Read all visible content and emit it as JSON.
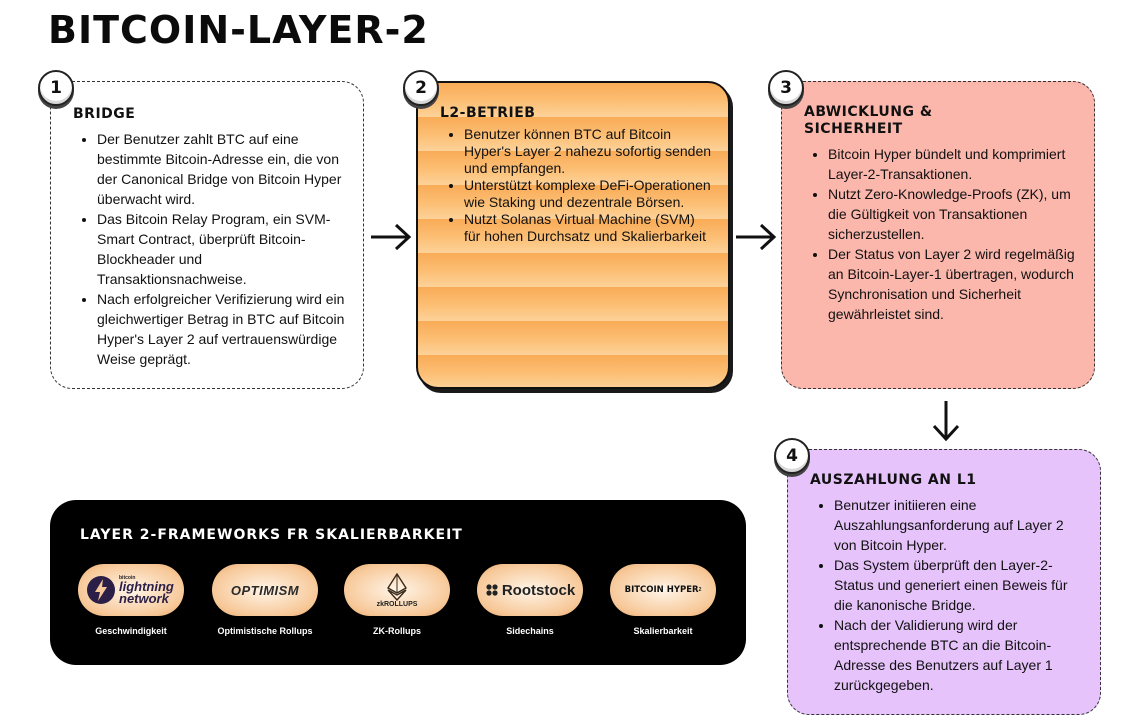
{
  "title": "BITCOIN-LAYER-2",
  "steps": [
    {
      "number": "1",
      "heading": "BRIDGE",
      "items": [
        "Der Benutzer zahlt BTC auf eine bestimmte Bitcoin-Adresse ein, die von der Canonical Bridge von Bitcoin Hyper überwacht wird.",
        "Das Bitcoin Relay Program, ein SVM-Smart Contract, überprüft Bitcoin-Blockheader und Transaktionsnachweise.",
        "Nach erfolgreicher Verifizierung wird ein gleichwertiger Betrag in BTC auf Bitcoin Hyper's Layer 2 auf vertrauenswürdige Weise geprägt."
      ]
    },
    {
      "number": "2",
      "heading": "L2-BETRIEB",
      "items": [
        "Benutzer können BTC auf Bitcoin Hyper's Layer 2 nahezu sofortig senden und empfangen.",
        "Unterstützt komplexe DeFi-Operationen wie Staking und dezentrale Börsen.",
        "Nutzt Solanas Virtual Machine (SVM) für hohen Durchsatz und Skalierbarkeit"
      ]
    },
    {
      "number": "3",
      "heading": "ABWICKLUNG & SICHERHEIT",
      "items": [
        "Bitcoin Hyper bündelt und komprimiert Layer-2-Transaktionen.",
        "Nutzt Zero-Knowledge-Proofs (ZK), um die Gültigkeit von Transaktionen sicherzustellen.",
        "Der Status von Layer 2 wird regelmäßig an Bitcoin-Layer-1 übertragen, wodurch Synchronisation und Sicherheit gewährleistet sind."
      ]
    },
    {
      "number": "4",
      "heading": "AUSZAHLUNG AN L1",
      "items": [
        "Benutzer initiieren eine Auszahlungsanforderung auf Layer 2 von Bitcoin Hyper.",
        "Das System überprüft den Layer-2-Status und generiert einen Beweis für die kanonische Bridge.",
        "Nach der Validierung wird der entsprechende BTC an die Bitcoin-Adresse des Benutzers auf Layer 1 zurückgegeben."
      ]
    }
  ],
  "colors": {
    "step1": "#ffffff",
    "step2": "#fbb96b",
    "step3": "#fcb7ad",
    "step4": "#e6c3fb",
    "frameworks_bg": "#000000"
  },
  "frameworks": {
    "heading": "LAYER 2-FRAMEWORKS FR SKALIERBARKEIT",
    "items": [
      {
        "logo_top": "bitcoin",
        "logo_main": "lightning",
        "logo_sub": "network",
        "icon": "lightning-bolt-icon",
        "caption": "Geschwindigkeit"
      },
      {
        "logo_main": "OPTIMISM",
        "caption": "Optimistische Rollups"
      },
      {
        "logo_main": "zkROLLUPS",
        "icon": "ethereum-icon",
        "caption": "ZK-Rollups"
      },
      {
        "logo_main": "Rootstock",
        "icon": "rootstock-icon",
        "caption": "Sidechains"
      },
      {
        "logo_main": "BITCOIN HYPER",
        "logo_sup": "2",
        "caption": "Skalierbarkeit"
      }
    ]
  }
}
